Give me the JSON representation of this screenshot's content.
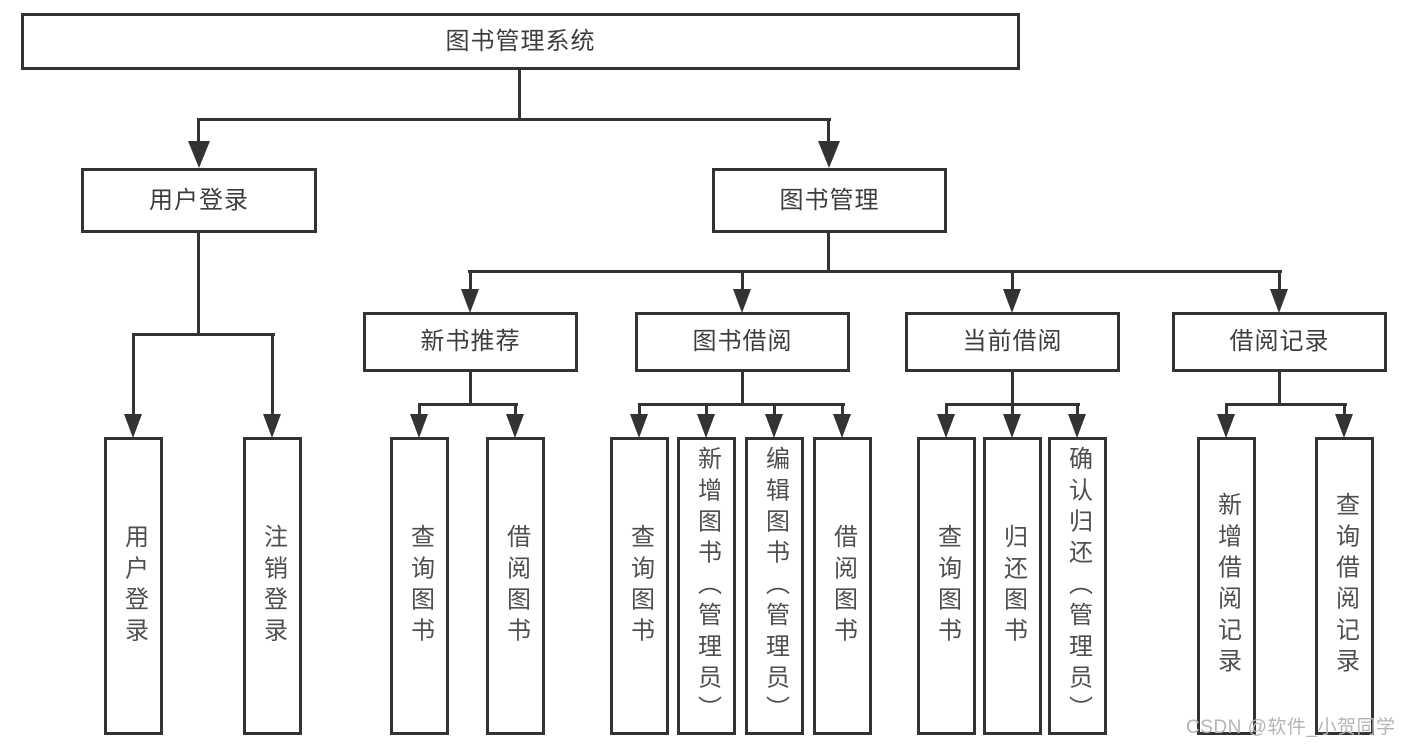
{
  "diagram": {
    "root": {
      "label": "图书管理系统"
    },
    "level2": [
      {
        "label": "用户登录"
      },
      {
        "label": "图书管理"
      }
    ],
    "level3": [
      {
        "label": "新书推荐"
      },
      {
        "label": "图书借阅"
      },
      {
        "label": "当前借阅"
      },
      {
        "label": "借阅记录"
      }
    ],
    "leaves": {
      "user": [
        "用户登录",
        "注销登录"
      ],
      "recommend": [
        "查询图书",
        "借阅图书"
      ],
      "borrow": [
        "查询图书",
        "新增图书（管理员）",
        "编辑图书（管理员）",
        "借阅图书"
      ],
      "current": [
        "查询图书",
        "归还图书",
        "确认归还（管理员）"
      ],
      "records": [
        "新增借阅记录",
        "查询借阅记录"
      ]
    }
  },
  "watermark": {
    "text": "CSDN @软件_小贺同学"
  },
  "colors": {
    "line": "#333333",
    "htext": "#3d3d3d",
    "ltext": "#4f4f4f",
    "wm": "#b5b5b5",
    "bg": "#ffffff"
  }
}
